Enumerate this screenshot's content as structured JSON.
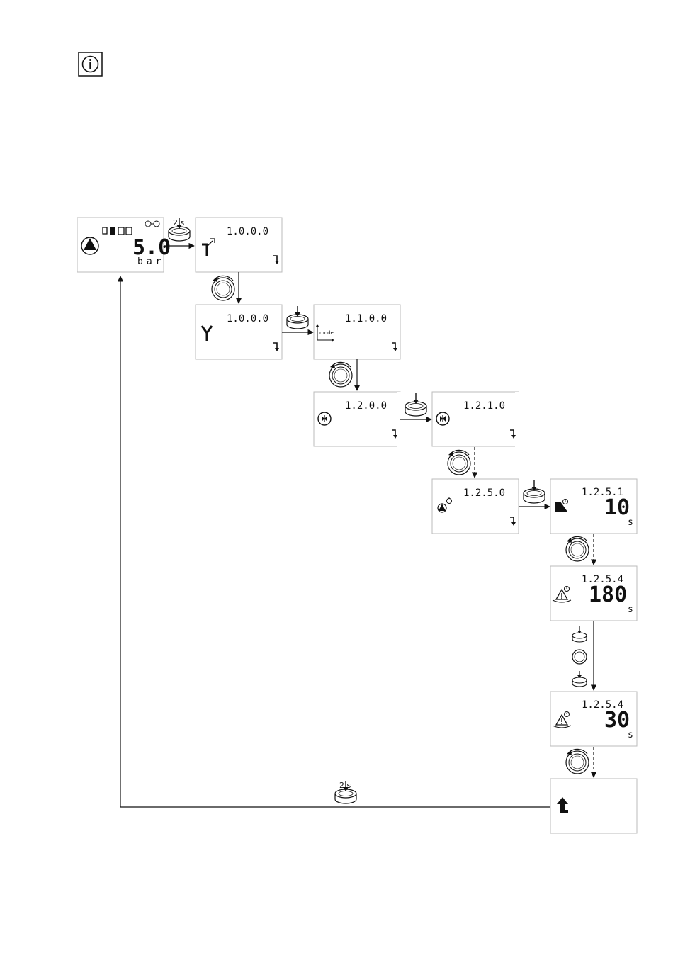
{
  "info_icon": "info-circle-icon",
  "button_hold_label": "2 s",
  "screens": {
    "home": {
      "value": "5.0",
      "unit": "bar",
      "icon": "pump-icon"
    },
    "s1000_a": {
      "code": "1.0.0.0",
      "icon": "menu-easy-icon"
    },
    "s1000_b": {
      "code": "1.0.0.0",
      "icon": "menu-expert-icon"
    },
    "s1100": {
      "code": "1.1.0.0",
      "icon": "mode-icon",
      "icon_text": "mode"
    },
    "s1200": {
      "code": "1.2.0.0",
      "icon": "pump-settings-icon"
    },
    "s1210": {
      "code": "1.2.1.0",
      "icon": "pump-settings-icon"
    },
    "s1250": {
      "code": "1.2.5.0",
      "icon": "pump-timer-icon"
    },
    "s1251": {
      "code": "1.2.5.1",
      "value": "10",
      "unit": "s",
      "icon": "ramp-timer-icon"
    },
    "s1254_a": {
      "code": "1.2.5.4",
      "value": "180",
      "unit": "s",
      "icon": "warning-timer-icon"
    },
    "s1254_b": {
      "code": "1.2.5.4",
      "value": "30",
      "unit": "s",
      "icon": "warning-timer-icon"
    },
    "back": {
      "icon": "back-arrow-icon"
    }
  }
}
